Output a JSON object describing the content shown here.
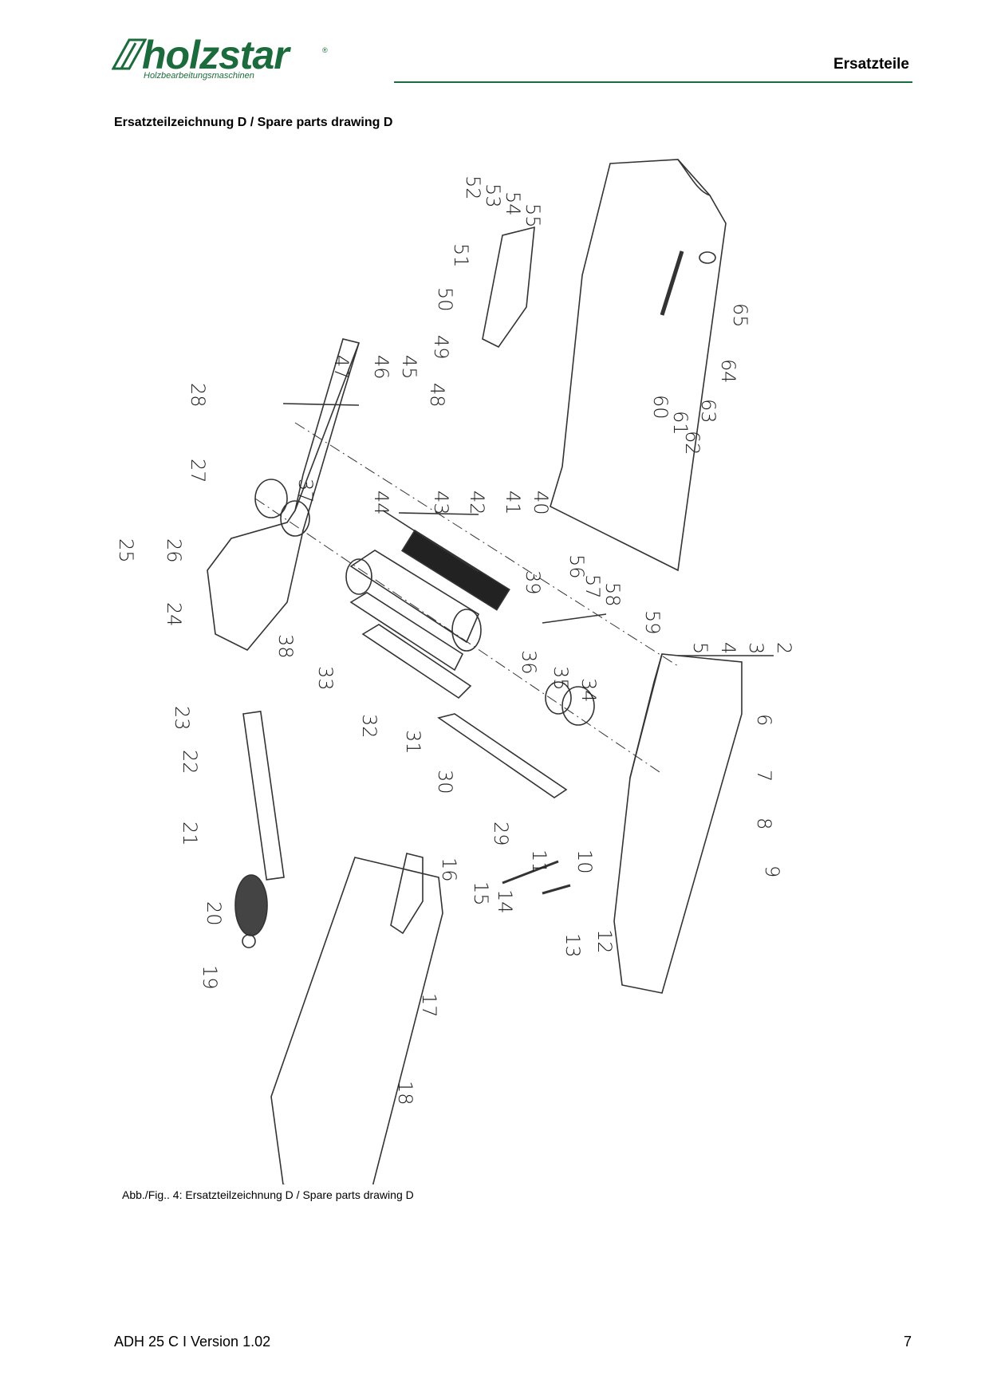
{
  "header": {
    "brand": "holzstar",
    "brand_reg": "®",
    "brand_tagline": "Holzbearbeitungsmaschinen",
    "section": "Ersatzteile",
    "accent_color": "#1c6b3c"
  },
  "drawing_title": "Ersatzteilzeichnung D / Spare parts drawing D",
  "part_numbers": [
    "2",
    "3",
    "4",
    "5",
    "6",
    "7",
    "8",
    "9",
    "10",
    "11",
    "12",
    "13",
    "14",
    "15",
    "16",
    "17",
    "18",
    "19",
    "20",
    "21",
    "22",
    "23",
    "24",
    "25",
    "26",
    "27",
    "28",
    "29",
    "30",
    "31",
    "32",
    "33",
    "34",
    "35",
    "36",
    "37",
    "38",
    "39",
    "40",
    "41",
    "42",
    "43",
    "44",
    "45",
    "46",
    "47",
    "48",
    "49",
    "50",
    "51",
    "52",
    "53",
    "54",
    "55",
    "56",
    "57",
    "58",
    "59",
    "60",
    "61",
    "62",
    "63",
    "64",
    "65"
  ],
  "caption": "Abb./Fig.. 4: Ersatzteilzeichnung D / Spare parts drawing D",
  "footer": {
    "left": "ADH 25 C  I Version 1.02",
    "page_number": "7"
  }
}
